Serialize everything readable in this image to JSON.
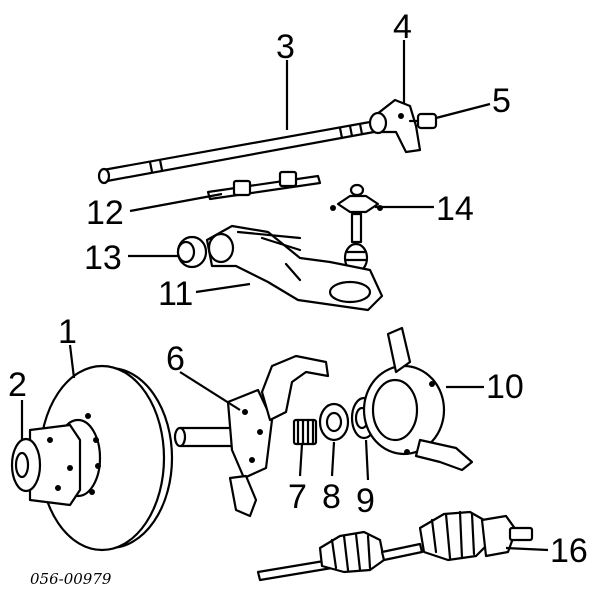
{
  "diagram": {
    "callouts": {
      "c1": "1",
      "c2": "2",
      "c3": "3",
      "c4": "4",
      "c5": "5",
      "c6": "6",
      "c7": "7",
      "c8": "8",
      "c9": "9",
      "c10": "10",
      "c11": "11",
      "c12": "12",
      "c13": "13",
      "c14": "14",
      "c16": "16"
    },
    "drawing_code": "056-00979"
  }
}
